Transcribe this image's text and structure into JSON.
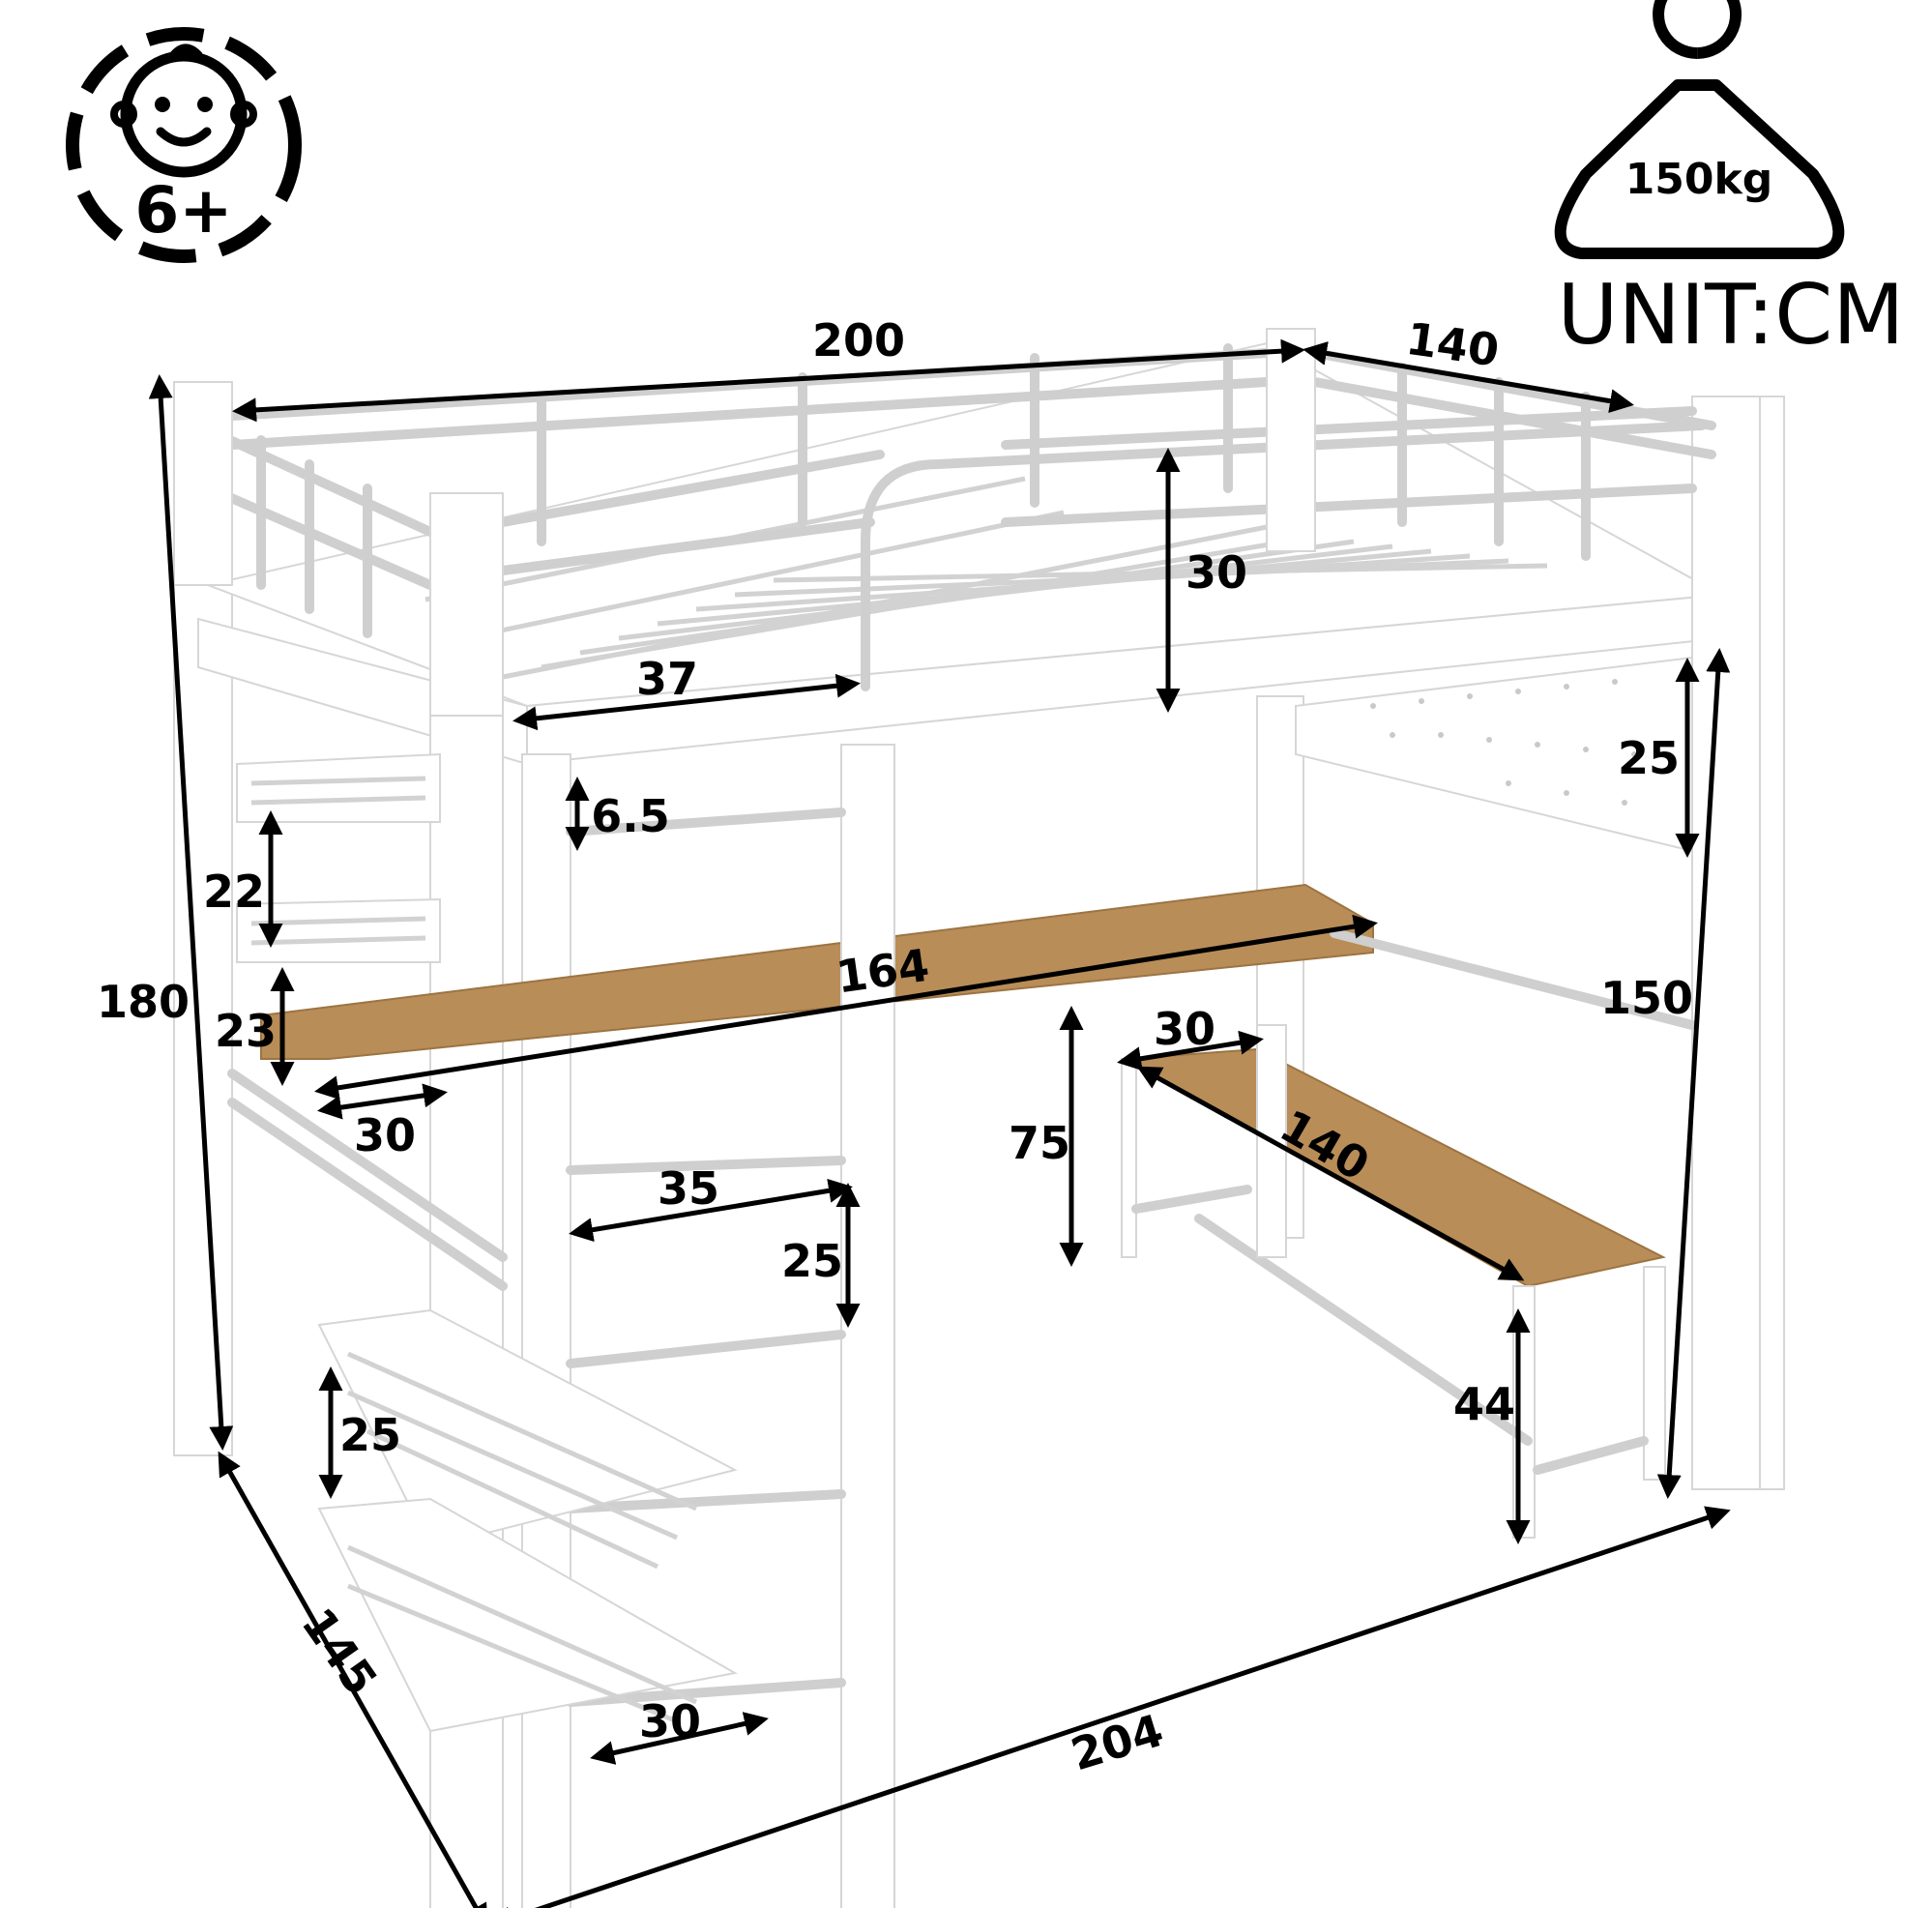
{
  "badges": {
    "age_label": "6+",
    "weight_label": "150kg",
    "unit_label": "UNIT:CM"
  },
  "dimensions": {
    "bed_length": "200",
    "bed_width": "140",
    "total_height": "180",
    "guardrail_height": "30",
    "ladder_opening": "37",
    "shelf_gap_top": "6.5",
    "shelf_spacing_upper": "22",
    "shelf_spacing_lower": "23",
    "desk_length": "164",
    "desk_depth": "30",
    "pegboard_height": "25",
    "clearance_under_bed": "150",
    "desk_height": "75",
    "bench_depth": "30",
    "bench_length": "140",
    "ladder_rung_width": "35",
    "ladder_rung_spacing": "25",
    "bench_height": "44",
    "bottom_shelf_spacing": "25",
    "overall_depth": "145",
    "overall_length": "204",
    "bottom_shelf_depth": "30"
  }
}
